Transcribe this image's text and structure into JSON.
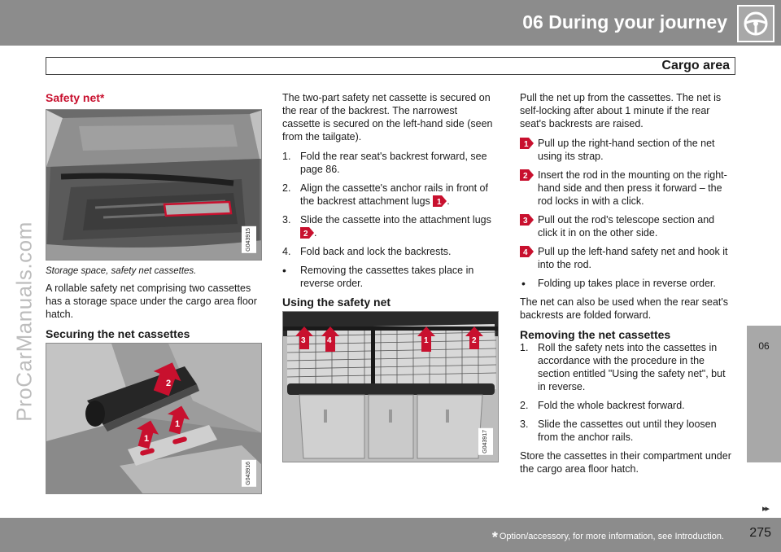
{
  "header": {
    "chapter_title": "06 During your journey",
    "section_title": "Cargo area",
    "icon": "steering-wheel-icon"
  },
  "watermark": "ProCarManuals.com",
  "side_tab": "06",
  "col1": {
    "heading": "Safety net*",
    "image1_code": "G043915",
    "caption": "Storage space, safety net cassettes.",
    "paragraph": "A rollable safety net comprising two cassettes has a storage space under the cargo area floor hatch.",
    "subheading": "Securing the net cassettes",
    "image2_code": "G043916",
    "image2_labels": [
      "2",
      "1",
      "1"
    ]
  },
  "col2": {
    "intro": "The two-part safety net cassette is secured on the rear of the backrest. The narrowest cassette is secured on the left-hand side (seen from the tailgate).",
    "steps": [
      {
        "num": "1.",
        "text": "Fold the rear seat's backrest forward, see page 86."
      },
      {
        "num": "2.",
        "text": "Align the cassette's anchor rails in front of the backrest attachment lugs",
        "after": "."
      },
      {
        "num": "3.",
        "text": "Slide the cassette into the attachment lugs",
        "after": "."
      },
      {
        "num": "4.",
        "text": "Fold back and lock the backrests."
      },
      {
        "num": "•",
        "text": "Removing the cassettes takes place in reverse order."
      }
    ],
    "step_icons": [
      "1",
      "2"
    ],
    "subheading": "Using the safety net",
    "image3_code": "G043917",
    "image3_labels": [
      "3",
      "4",
      "1",
      "2"
    ]
  },
  "col3": {
    "intro": "Pull the net up from the cassettes. The net is self-locking after about 1 minute if the rear seat's backrests are raised.",
    "steps": [
      {
        "icon": "1",
        "text": "Pull up the right-hand section of the net using its strap."
      },
      {
        "icon": "2",
        "text": "Insert the rod in the mounting on the right-hand side and then press it forward – the rod locks in with a click."
      },
      {
        "icon": "3",
        "text": "Pull out the rod's telescope section and click it in on the other side."
      },
      {
        "icon": "4",
        "text": "Pull up the left-hand safety net and hook it into the rod."
      }
    ],
    "bullet": "Folding up takes place in reverse order.",
    "paragraph": "The net can also be used when the rear seat's backrests are folded forward.",
    "subheading": "Removing the net cassettes",
    "remove_steps": [
      {
        "num": "1.",
        "text": "Roll the safety nets into the cassettes in accordance with the procedure in the section entitled \"Using the safety net\", but in reverse."
      },
      {
        "num": "2.",
        "text": "Fold the whole backrest forward."
      },
      {
        "num": "3.",
        "text": "Slide the cassettes out until they loosen from the anchor rails."
      }
    ],
    "closing": "Store the cassettes in their compartment under the cargo area floor hatch."
  },
  "footer": {
    "star": "*",
    "footnote": "Option/accessory, for more information, see Introduction.",
    "page_number": "275",
    "next_arrows": "▸▸"
  },
  "colors": {
    "bar_gray": "#8c8c8c",
    "accent_red": "#c8102e",
    "tab_gray": "#a8a8a8"
  }
}
